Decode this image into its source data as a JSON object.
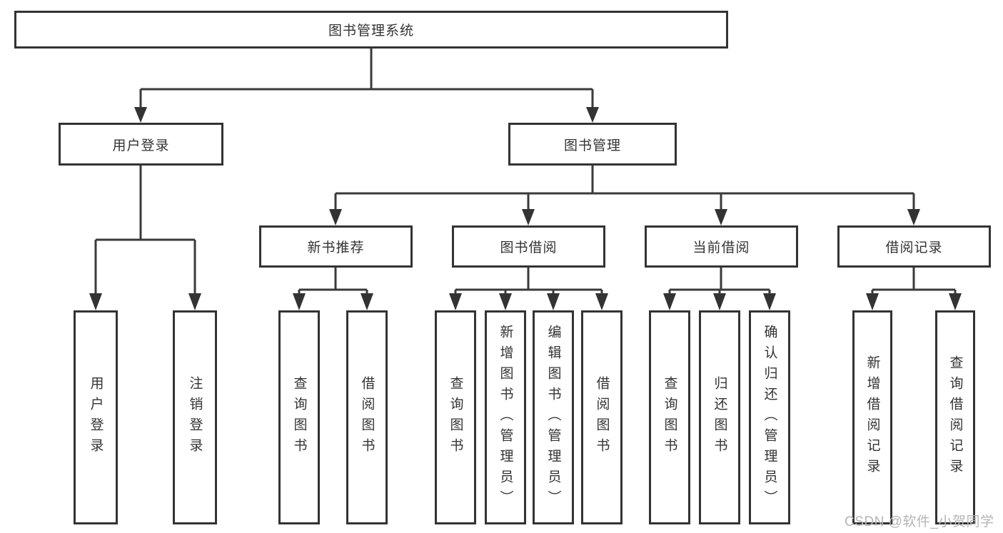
{
  "diagram": {
    "title": "图书管理系统",
    "tree": {
      "root": "图书管理系统",
      "children": [
        {
          "label": "用户登录",
          "children": [
            "用户登录",
            "注销登录"
          ]
        },
        {
          "label": "图书管理",
          "children": [
            {
              "label": "新书推荐",
              "children": [
                "查询图书",
                "借阅图书"
              ]
            },
            {
              "label": "图书借阅",
              "children": [
                "查询图书",
                "新增图书（管理员）",
                "编辑图书（管理员）",
                "借阅图书"
              ]
            },
            {
              "label": "当前借阅",
              "children": [
                "查询图书",
                "归还图书",
                "确认归还（管理员）"
              ]
            },
            {
              "label": "借阅记录",
              "children": [
                "新增借阅记录",
                "查询借阅记录"
              ]
            }
          ]
        }
      ]
    },
    "colors": {
      "box_border": "#333333",
      "connector_line": "#3a3a3a",
      "text": "#333333",
      "watermark_text": "#b5b5b5",
      "background": "#ffffff"
    },
    "watermark": "CSDN @软件_小贺同学"
  }
}
